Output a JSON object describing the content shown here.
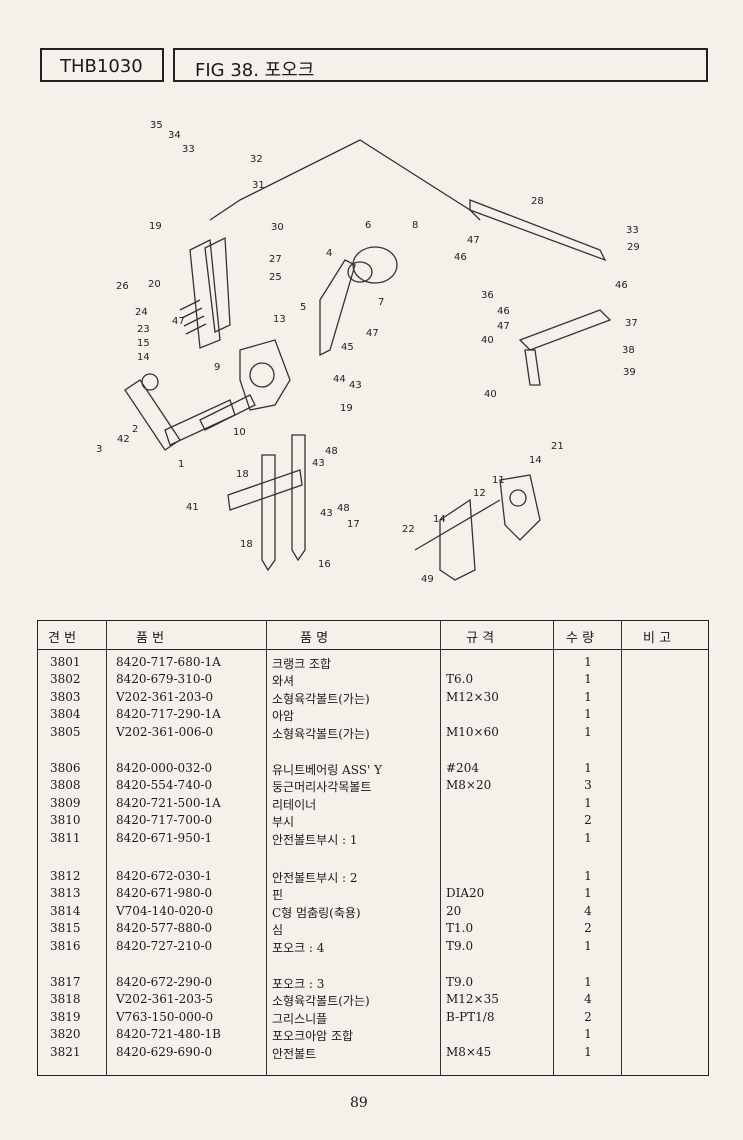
{
  "header": {
    "model": "THB1030",
    "figure_title": "FIG 38. 포오크"
  },
  "diagram": {
    "callouts": [
      "1",
      "2",
      "3",
      "4",
      "5",
      "6",
      "7",
      "8",
      "9",
      "10",
      "11",
      "12",
      "13",
      "14",
      "14",
      "14",
      "15",
      "16",
      "17",
      "18",
      "18",
      "19",
      "19",
      "20",
      "21",
      "22",
      "23",
      "24",
      "25",
      "26",
      "27",
      "28",
      "29",
      "30",
      "31",
      "32",
      "33",
      "33",
      "34",
      "35",
      "36",
      "37",
      "38",
      "39",
      "40",
      "40",
      "41",
      "42",
      "43",
      "43",
      "43",
      "44",
      "45",
      "46",
      "46",
      "46",
      "47",
      "47",
      "47",
      "47",
      "48",
      "48",
      "49"
    ]
  },
  "table": {
    "headers": [
      "견 번",
      "품 번",
      "품 명",
      "규 격",
      "수 량",
      "비 고"
    ],
    "groups": [
      [
        {
          "no": "3801",
          "part": "8420-717-680-1A",
          "name": "크랭크 조합",
          "spec": "",
          "qty": "1"
        },
        {
          "no": "3802",
          "part": "8420-679-310-0",
          "name": "와셔",
          "spec": "T6.0",
          "qty": "1"
        },
        {
          "no": "3803",
          "part": "V202-361-203-0",
          "name": "소형육각볼트(가는)",
          "spec": "M12×30",
          "qty": "1"
        },
        {
          "no": "3804",
          "part": "8420-717-290-1A",
          "name": "아암",
          "spec": "",
          "qty": "1"
        },
        {
          "no": "3805",
          "part": "V202-361-006-0",
          "name": "소형육각볼트(가는)",
          "spec": "M10×60",
          "qty": "1"
        }
      ],
      [
        {
          "no": "3806",
          "part": "8420-000-032-0",
          "name": "유니트베어링 ASS' Y",
          "spec": "#204",
          "qty": "1"
        },
        {
          "no": "3808",
          "part": "8420-554-740-0",
          "name": "둥근머리사각목볼트",
          "spec": "M8×20",
          "qty": "3"
        },
        {
          "no": "3809",
          "part": "8420-721-500-1A",
          "name": "리테이너",
          "spec": "",
          "qty": "1"
        },
        {
          "no": "3810",
          "part": "8420-717-700-0",
          "name": "부시",
          "spec": "",
          "qty": "2"
        },
        {
          "no": "3811",
          "part": "8420-671-950-1",
          "name": "안전볼트부시 : 1",
          "spec": "",
          "qty": "1"
        }
      ],
      [
        {
          "no": "3812",
          "part": "8420-672-030-1",
          "name": "안전볼트부시 : 2",
          "spec": "",
          "qty": "1"
        },
        {
          "no": "3813",
          "part": "8420-671-980-0",
          "name": "핀",
          "spec": "DIA20",
          "qty": "1"
        },
        {
          "no": "3814",
          "part": "V704-140-020-0",
          "name": "C형 멈춤링(축용)",
          "spec": "20",
          "qty": "4"
        },
        {
          "no": "3815",
          "part": "8420-577-880-0",
          "name": "심",
          "spec": "T1.0",
          "qty": "2"
        },
        {
          "no": "3816",
          "part": "8420-727-210-0",
          "name": "포오크 : 4",
          "spec": "T9.0",
          "qty": "1"
        }
      ],
      [
        {
          "no": "3817",
          "part": "8420-672-290-0",
          "name": "포오크 : 3",
          "spec": "T9.0",
          "qty": "1"
        },
        {
          "no": "3818",
          "part": "V202-361-203-5",
          "name": "소형육각볼트(가는)",
          "spec": "M12×35",
          "qty": "4"
        },
        {
          "no": "3819",
          "part": "V763-150-000-0",
          "name": "그리스니플",
          "spec": "B-PT1/8",
          "qty": "2"
        },
        {
          "no": "3820",
          "part": "8420-721-480-1B",
          "name": "포오크아암 조합",
          "spec": "",
          "qty": "1"
        },
        {
          "no": "3821",
          "part": "8420-629-690-0",
          "name": "안전볼트",
          "spec": "M8×45",
          "qty": "1"
        }
      ]
    ]
  },
  "page_number": "89"
}
